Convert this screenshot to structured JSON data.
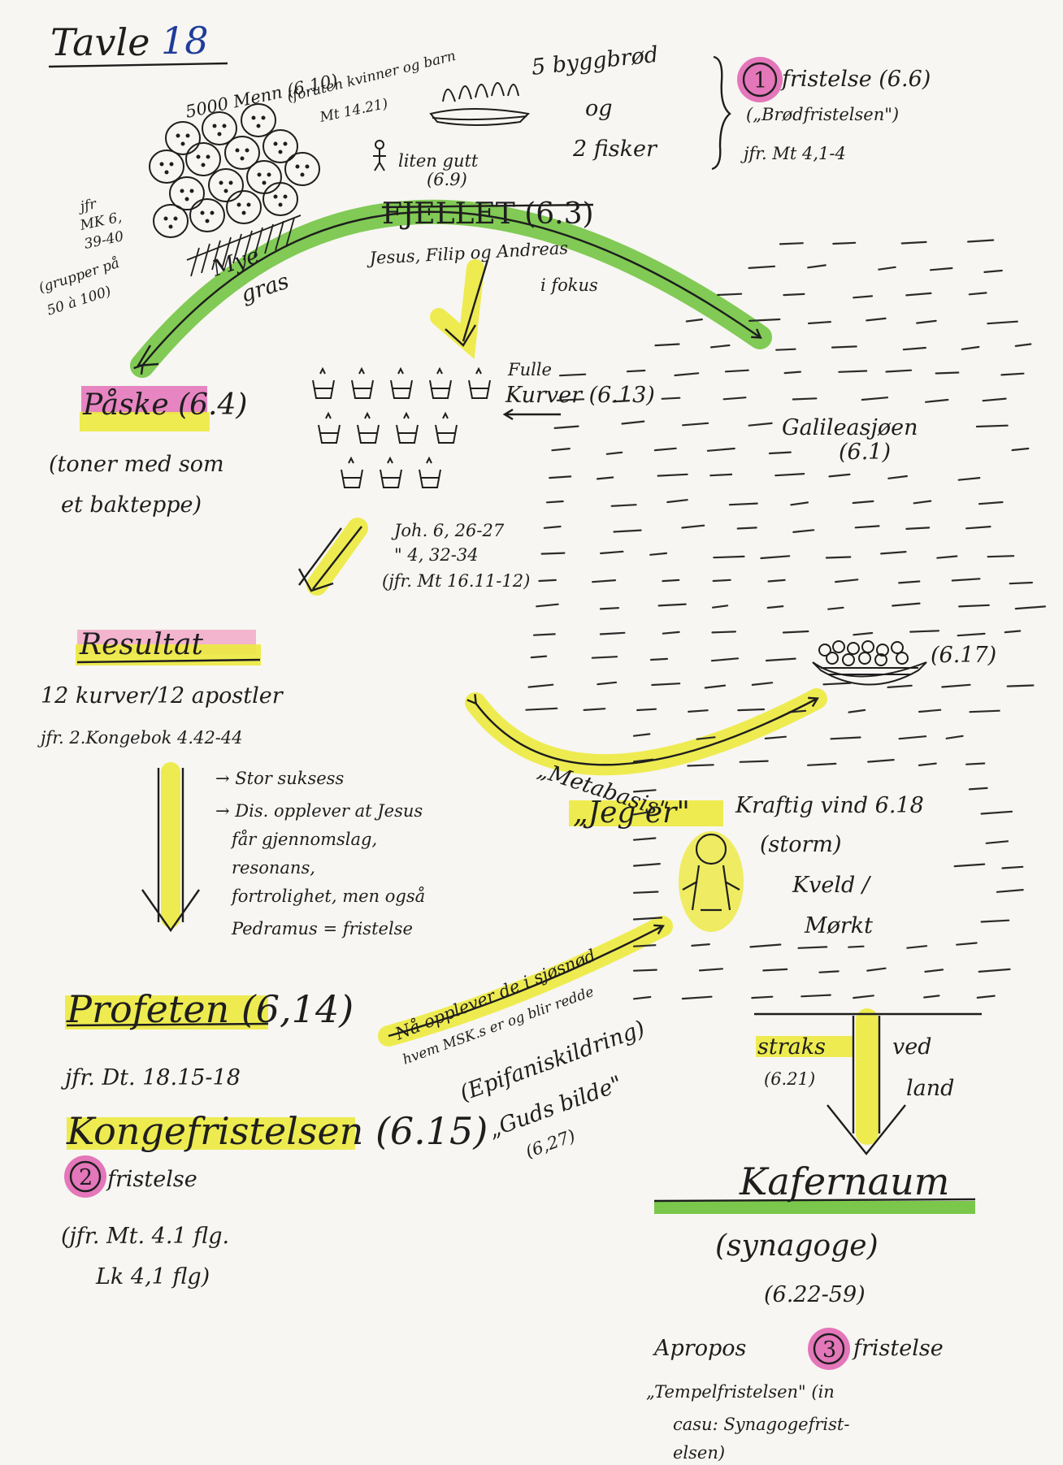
{
  "title": {
    "prefix": "Tavle",
    "number": "18"
  },
  "crowd": {
    "men": "5000 Menn (6.10)",
    "women_children": "(foruten kvinner og barn",
    "mt_ref": "Mt 14.21)",
    "mk_ref_1": "jfr",
    "mk_ref_2": "MK 6,",
    "mk_ref_3": "39-40",
    "groups_1": "(grupper på",
    "groups_2": "50 à 100)",
    "grass_1": "Mye",
    "grass_2": "gras"
  },
  "loaves": {
    "line1": "5 byggbrød",
    "line2": "og",
    "line3": "2 fisker",
    "boy_1": "liten gutt",
    "boy_2": "(6.9)"
  },
  "temptation1": {
    "number": "1",
    "label": "fristelse (6.6)",
    "sub": "(„Brødfristelsen\")",
    "ref": "jfr. Mt 4,1-4"
  },
  "mountain": {
    "title": "FJELLET (6.3)",
    "focus_1": "Jesus, Filip og Andreas",
    "focus_2": "i fokus"
  },
  "easter": {
    "title": "Påske (6.4)",
    "desc_1": "(toner med som",
    "desc_2": "et bakteppe)"
  },
  "baskets": {
    "label_1": "Fulle",
    "label_2": "Kurver (6.13)",
    "ref_1": "Joh. 6, 26-27",
    "ref_2": "\" 4, 32-34",
    "ref_3": "(jfr. Mt 16.11-12)"
  },
  "sea": {
    "name_1": "Galileasjøen",
    "name_2": "(6.1)",
    "basket_ref": "(6.17)"
  },
  "result": {
    "title": "Resultat",
    "line1": "12 kurver/12 apostler",
    "line2": "jfr. 2.Kongebok 4.42-44"
  },
  "notes": {
    "line1": "→ Stor suksess",
    "line2": "→ Dis. opplever at Jesus",
    "line3": "får gjennomslag,",
    "line4": "resonans,",
    "line5": "fortrolighet, men også",
    "line6": "Pedramus = fristelse"
  },
  "crossing": {
    "metabasis": "„Metabasis\"",
    "jeg_er": "„Jeg er\"",
    "wind": "Kraftig vind 6.18",
    "storm": "(storm)",
    "evening": "Kveld /",
    "dark": "Mørkt"
  },
  "epiphany": {
    "line1": "Nå opplever de i sjøsnød",
    "line2": "hvem MSK.s er og blir redde",
    "line3": "(Epifaniskildring)",
    "line4": "„Guds bilde\"",
    "line5": "(6,27)"
  },
  "landing": {
    "straks": "straks",
    "ref": "(6.21)",
    "ved": "ved",
    "land": "land"
  },
  "prophet": {
    "title": "Profeten (6,14)",
    "ref": "jfr. Dt. 18.15-18"
  },
  "king": {
    "title": "Kongefristelsen (6.15)",
    "number": "2",
    "label": "fristelse",
    "ref_1": "(jfr. Mt. 4.1 flg.",
    "ref_2": "Lk 4,1 flg)"
  },
  "capernaum": {
    "title": "Kafernaum",
    "sub": "(synagoge)",
    "ref": "(6.22-59)",
    "apropos": "Apropos",
    "number": "3",
    "label": "fristelse",
    "temple_1": "„Tempelfristelsen\" (in",
    "temple_2": "casu: Synagogefrist-",
    "temple_3": "elsen)"
  },
  "colors": {
    "ink": "#1e1e1e",
    "title_blue": "#1f3c9a",
    "green": "#6cc23a",
    "yellow": "#ecea3f",
    "pink": "#e05fb0",
    "orange": "#f3a04a"
  }
}
